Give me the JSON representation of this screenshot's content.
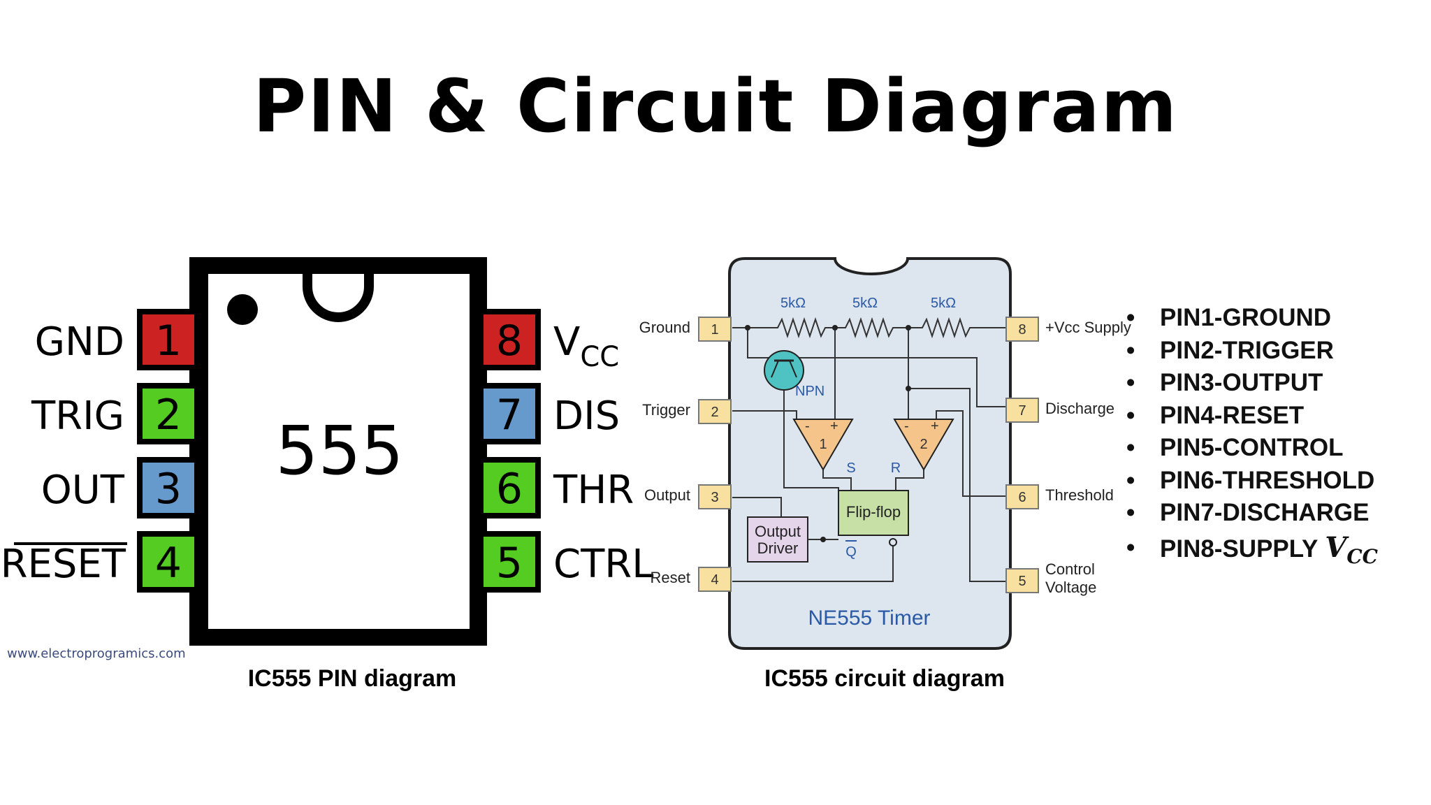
{
  "title": "PIN & Circuit Diagram",
  "pin_diagram": {
    "chip_label": "555",
    "left_pins": [
      {
        "num": "1",
        "name": "GND",
        "color": "#cc2222"
      },
      {
        "num": "2",
        "name": "TRIG",
        "color": "#55cc22"
      },
      {
        "num": "3",
        "name": "OUT",
        "color": "#6699cc"
      },
      {
        "num": "4",
        "name": "RESET",
        "color": "#55cc22"
      }
    ],
    "right_pins": [
      {
        "num": "8",
        "name": "V",
        "sub": "CC",
        "color": "#cc2222"
      },
      {
        "num": "7",
        "name": "DIS",
        "color": "#6699cc"
      },
      {
        "num": "6",
        "name": "THR",
        "color": "#55cc22"
      },
      {
        "num": "5",
        "name": "CTRL",
        "color": "#55cc22"
      }
    ],
    "watermark": "www.electroprogramics.com",
    "caption": "IC555 PIN diagram"
  },
  "circuit_diagram": {
    "left_pins": [
      {
        "num": "1",
        "label": "Ground"
      },
      {
        "num": "2",
        "label": "Trigger"
      },
      {
        "num": "3",
        "label": "Output"
      },
      {
        "num": "4",
        "label": "Reset"
      }
    ],
    "right_pins": [
      {
        "num": "8",
        "label": "+Vcc Supply"
      },
      {
        "num": "7",
        "label": "Discharge"
      },
      {
        "num": "6",
        "label": "Threshold"
      },
      {
        "num": "5",
        "label_line1": "Control",
        "label_line2": "Voltage"
      }
    ],
    "resistor_label": "5kΩ",
    "transistor_label": "NPN",
    "comparator1": "1",
    "comparator2": "2",
    "minus": "-",
    "plus": "+",
    "flipflop": "Flip-flop",
    "output_driver_line1": "Output",
    "output_driver_line2": "Driver",
    "s_label": "S",
    "r_label": "R",
    "q_label": "Q",
    "timer_name": "NE555 Timer",
    "caption": "IC555 circuit diagram"
  },
  "pin_list": {
    "items": [
      "PIN1-GROUND",
      "PIN2-TRIGGER",
      "PIN3-OUTPUT",
      "PIN4-RESET",
      "PIN5-CONTROL",
      "PIN6-THRESHOLD",
      "PIN7-DISCHARGE",
      "PIN8-SUPPLY"
    ],
    "vcc_symbol": "V",
    "vcc_sub": "CC"
  },
  "colors": {
    "chip_body": "#000000",
    "circuit_fill": "#dde6ef",
    "pin_box": "#f8e0a0",
    "flipflop": "#c7e0a6",
    "driver": "#e5d5ea",
    "comparator": "#f4c48a",
    "transistor": "#4fc3c3"
  }
}
